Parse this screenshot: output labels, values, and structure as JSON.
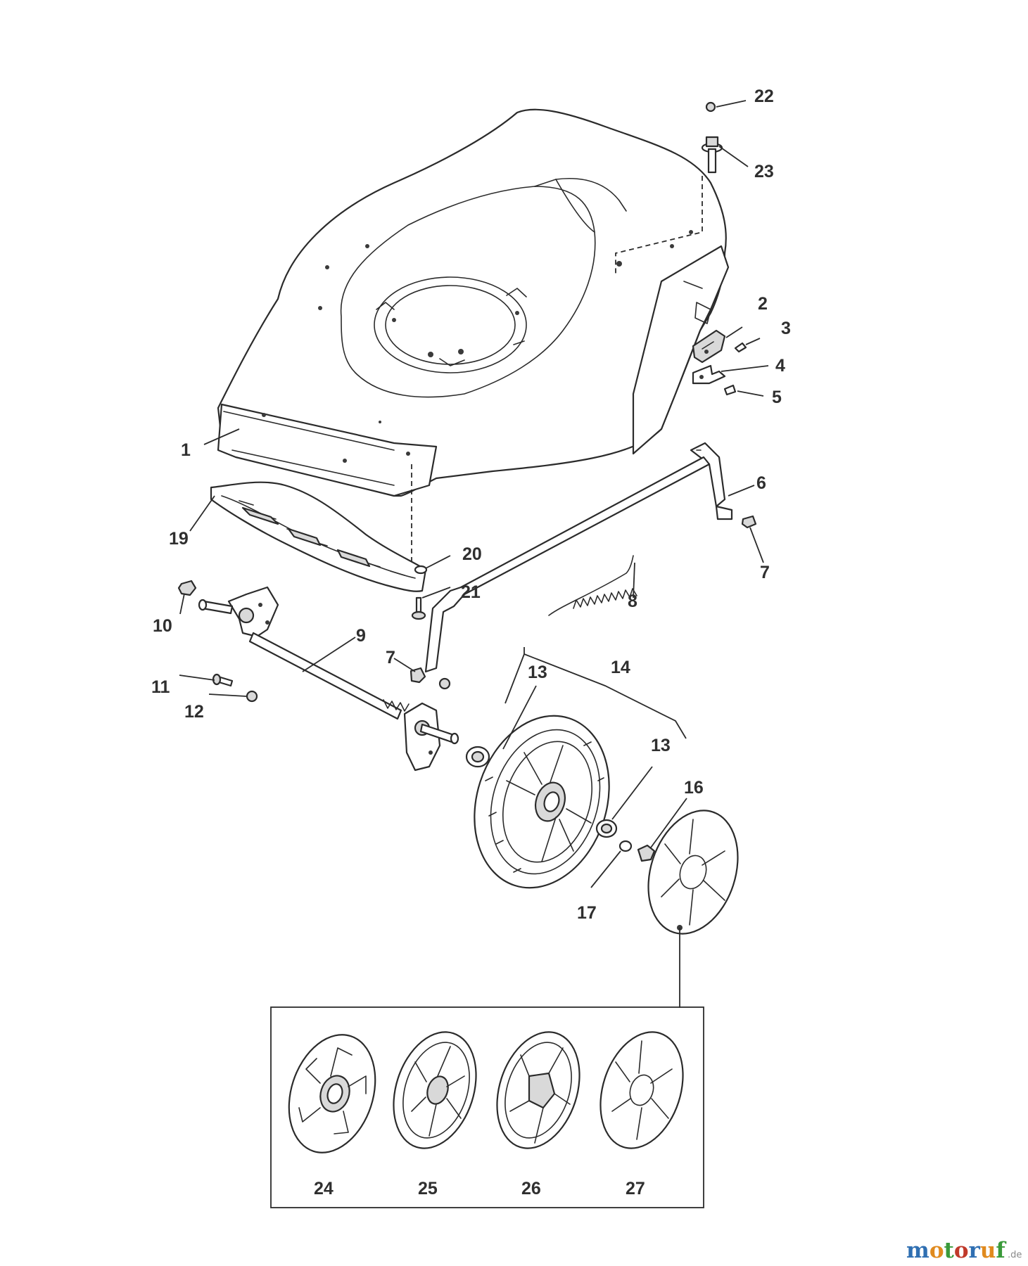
{
  "diagram": {
    "callouts": [
      "1",
      "2",
      "3",
      "4",
      "5",
      "6",
      "7",
      "7",
      "8",
      "9",
      "7",
      "10",
      "11",
      "12",
      "13",
      "13",
      "14",
      "16",
      "17",
      "19",
      "20",
      "21",
      "22",
      "23",
      "24",
      "25",
      "26",
      "27"
    ]
  },
  "watermark": {
    "letters": [
      "m",
      "o",
      "t",
      "o",
      "r",
      "u",
      "f"
    ],
    "letter_colors": [
      "#2f6fb2",
      "#e08a1e",
      "#3a9a3a",
      "#c0392b",
      "#2f6fb2",
      "#e08a1e",
      "#3a9a3a"
    ],
    "suffix": ".de"
  }
}
